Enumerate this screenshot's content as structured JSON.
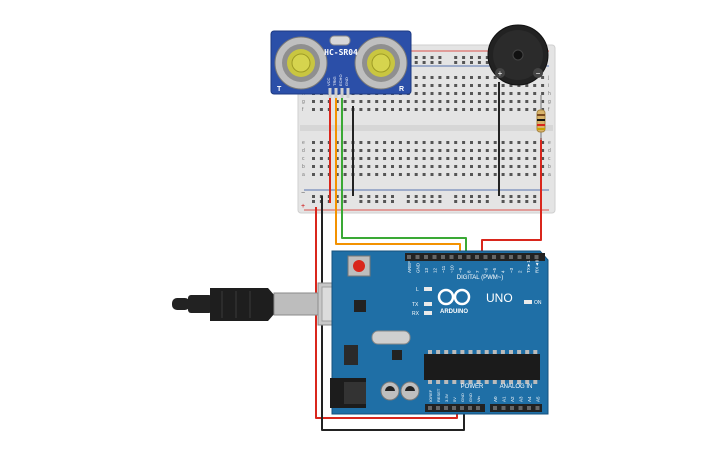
{
  "sensor": {
    "model": "HC-SR04",
    "pins": [
      "VCC",
      "TRIG",
      "ECHO",
      "GND"
    ],
    "corner_left": "T",
    "corner_right": "R"
  },
  "buzzer": {
    "plus": "+",
    "minus": "−"
  },
  "arduino": {
    "brand": "ARDUINO",
    "model": "UNO",
    "digital_header": "DIGITAL (PWM~)",
    "power_header": "POWER",
    "analog_header": "ANALOG IN",
    "on_label": "ON",
    "led_l": "L",
    "led_tx": "TX",
    "led_rx": "RX",
    "digital_pins": [
      "AREF",
      "GND",
      "13",
      "12",
      "~11",
      "~10",
      "~9",
      "8",
      "7",
      "~6",
      "~5",
      "4",
      "~3",
      "2",
      "TX►1",
      "RX◄0"
    ],
    "power_pins": [
      "IOREF",
      "RESET",
      "3.3V",
      "5V",
      "GND",
      "GND",
      "Vin"
    ],
    "analog_pins": [
      "A0",
      "A1",
      "A2",
      "A3",
      "A4",
      "A5"
    ]
  },
  "breadboard": {
    "rows_top": [
      "j",
      "i",
      "h",
      "g",
      "f"
    ],
    "rows_bottom": [
      "e",
      "d",
      "c",
      "b",
      "a"
    ],
    "rail_plus": "+",
    "rail_minus": "−"
  },
  "colors": {
    "wire_red": "#d9261c",
    "wire_orange": "#f39200",
    "wire_green": "#3aa935",
    "wire_black": "#222222",
    "board_blue": "#1f6fa6",
    "sensor_blue": "#2b4fa8"
  }
}
